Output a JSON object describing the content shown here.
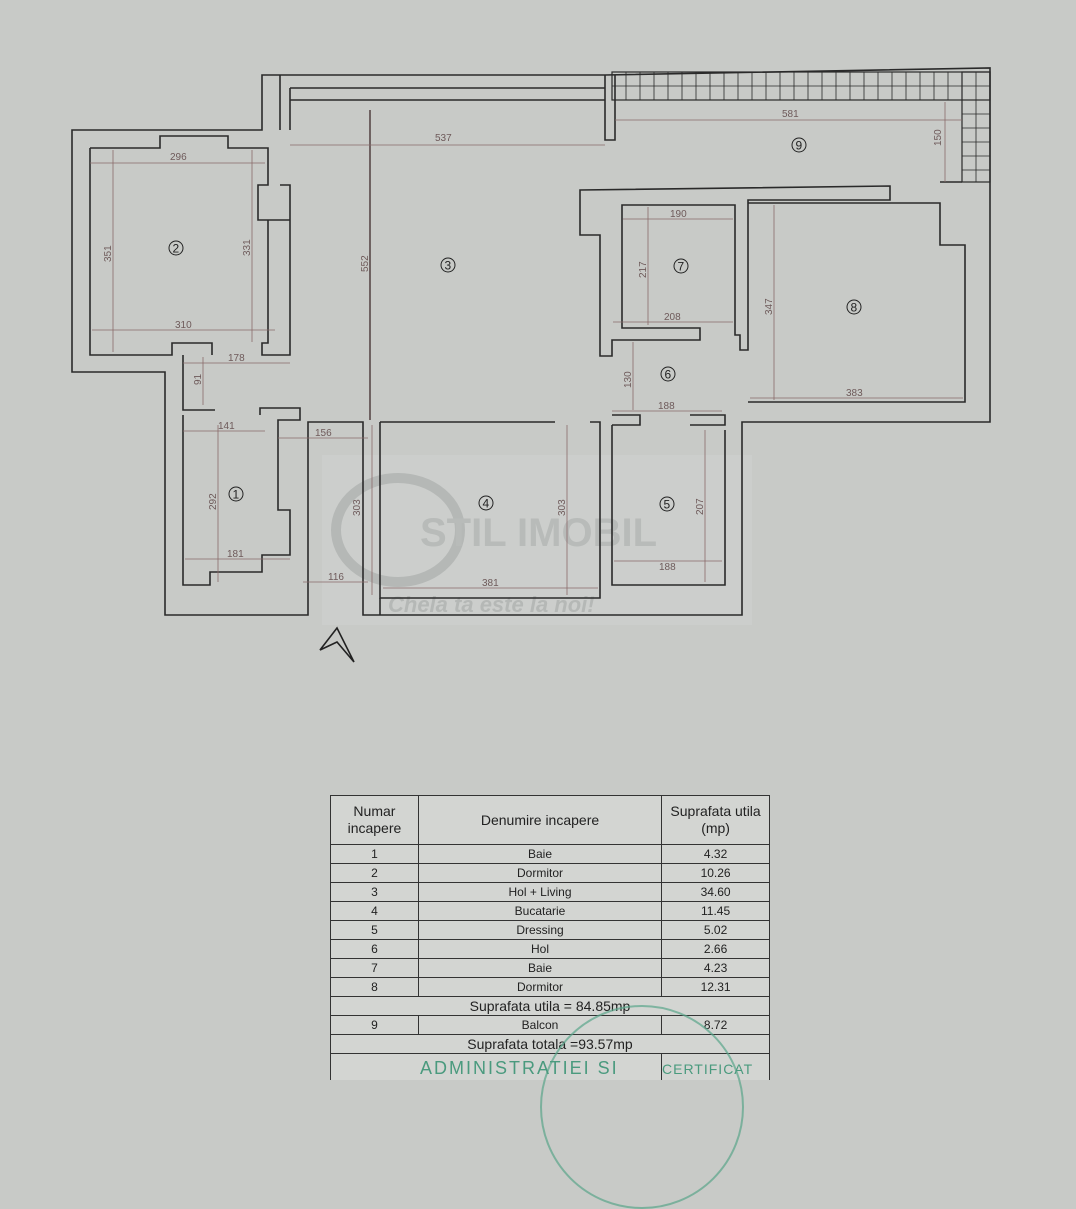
{
  "plan": {
    "rooms": [
      "1",
      "2",
      "3",
      "4",
      "5",
      "6",
      "7",
      "8",
      "9"
    ],
    "dimensions": {
      "living_width": "537",
      "balcony_width": "581",
      "balcony_depth": "150",
      "r2_top": "296",
      "r2_left": "351",
      "r2_right": "331",
      "r2_bottom": "310",
      "hall_width": "178",
      "hall_depth": "91",
      "r1_top": "141",
      "r1_gap": "156",
      "r1_height": "292",
      "r1_bottom": "181",
      "r1_gap2": "116",
      "living_height": "552",
      "kitchen_left": "303",
      "kitchen_width": "381",
      "kitchen_right": "303",
      "r7_top": "190",
      "r7_height": "217",
      "r7_bottom": "208",
      "r6_depth": "130",
      "r6_width": "188",
      "r8_height": "347",
      "r8_width": "383",
      "r5_height": "207",
      "r5_width": "188"
    },
    "watermark": {
      "logo": "STIL IMOBIL",
      "slogan": "Chela ta este la noi!"
    },
    "north_arrow_icon": "north-arrow-icon"
  },
  "table": {
    "headers": [
      "Numar incapere",
      "Denumire incapere",
      "Suprafata utila (mp)"
    ],
    "rows": [
      {
        "nr": "1",
        "name": "Baie",
        "area": "4.32"
      },
      {
        "nr": "2",
        "name": "Dormitor",
        "area": "10.26"
      },
      {
        "nr": "3",
        "name": "Hol + Living",
        "area": "34.60"
      },
      {
        "nr": "4",
        "name": "Bucatarie",
        "area": "11.45"
      },
      {
        "nr": "5",
        "name": "Dressing",
        "area": "5.02"
      },
      {
        "nr": "6",
        "name": "Hol",
        "area": "2.66"
      },
      {
        "nr": "7",
        "name": "Baie",
        "area": "4.23"
      },
      {
        "nr": "8",
        "name": "Dormitor",
        "area": "12.31"
      }
    ],
    "useful_total": "Suprafata utila = 84.85mp",
    "balcony": {
      "nr": "9",
      "name": "Balcon",
      "area": "8.72"
    },
    "grand_total": "Suprafata totala =93.57mp"
  },
  "stamp": {
    "top": "ADMINISTRATIEI SI",
    "middle": "CERTIFICAT"
  }
}
